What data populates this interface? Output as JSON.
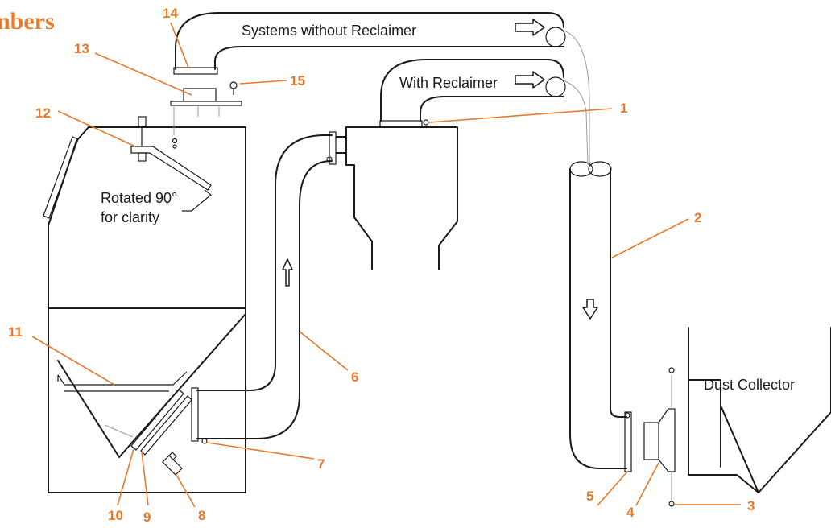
{
  "header": {
    "title_fragment": "nbers"
  },
  "labels": {
    "systems_without_reclaimer": "Systems without Reclaimer",
    "with_reclaimer": "With Reclaimer",
    "rotated_line1": "Rotated 90°",
    "rotated_line2": "for clarity",
    "dust_collector": "Dust Collector"
  },
  "callouts": [
    "1",
    "2",
    "3",
    "4",
    "5",
    "6",
    "7",
    "8",
    "9",
    "10",
    "11",
    "12",
    "13",
    "14",
    "15"
  ],
  "colors": {
    "accent": "#e8782a",
    "line": "#1a1a1a"
  }
}
